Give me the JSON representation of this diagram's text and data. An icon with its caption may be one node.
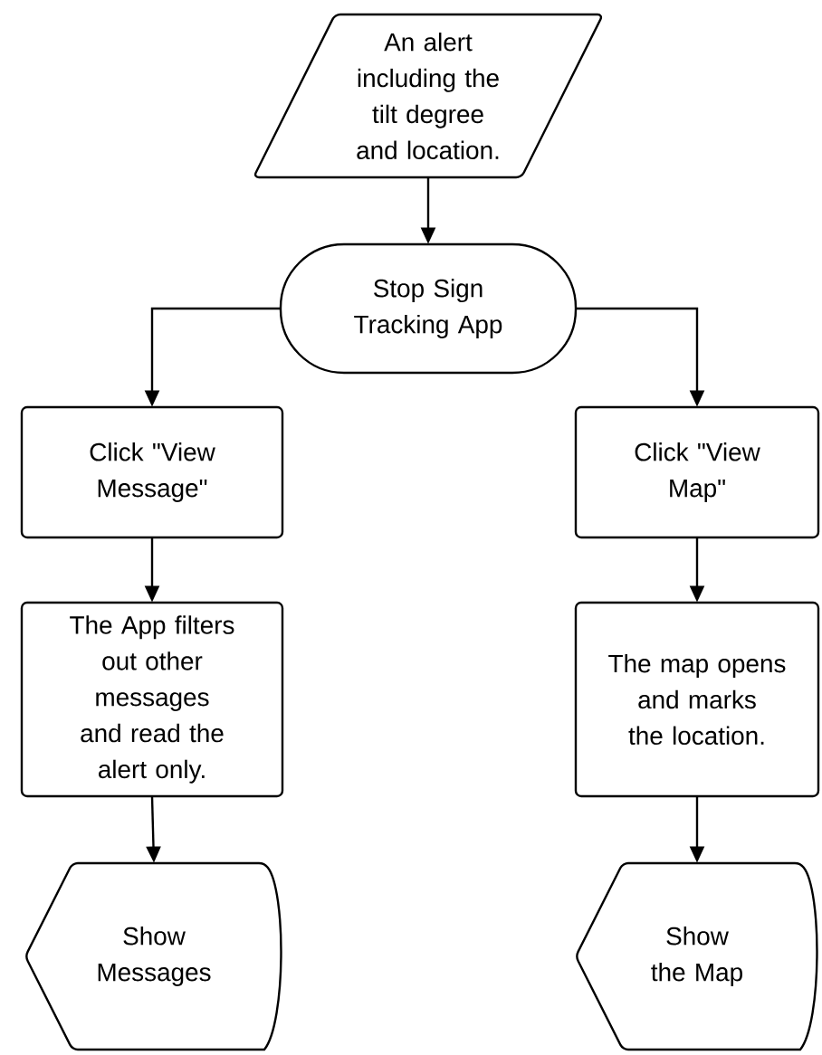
{
  "diagram": {
    "nodes": [
      {
        "text": [
          "An alert including the tilt degree and location."
        ]
      },
      {
        "text": [
          "Stop Sign Tracking App"
        ]
      },
      {
        "text": [
          "Click \"View Message\""
        ]
      },
      {
        "text": [
          "Click \"View Map\""
        ]
      },
      {
        "text": [
          "The App filters out other messages and read the alert only."
        ]
      },
      {
        "text": [
          "The map opens and marks the location."
        ]
      },
      {
        "text": [
          "Show Messages"
        ]
      },
      {
        "text": [
          "Show the Map"
        ]
      }
    ],
    "edges": [
      {
        "from": 0,
        "to": 1,
        "arrow": "to"
      },
      {
        "from": 1,
        "to": 2,
        "arrow": "to"
      },
      {
        "from": 1,
        "to": 3,
        "arrow": "to"
      },
      {
        "from": 2,
        "to": 4,
        "arrow": "to"
      },
      {
        "from": 3,
        "to": 5,
        "arrow": "to"
      },
      {
        "from": 4,
        "to": 6,
        "arrow": "to"
      },
      {
        "from": 5,
        "to": 7,
        "arrow": "to"
      }
    ]
  }
}
